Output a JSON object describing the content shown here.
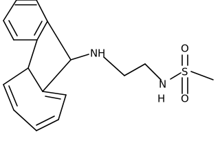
{
  "atoms": {
    "n_amine": "N",
    "n_amine_h": "H",
    "n_sulfonamide": "N",
    "n_sulfonamide_h": "H",
    "sulfur": "S",
    "oxygen_top": "O",
    "oxygen_bottom": "O"
  },
  "colors": {
    "bond": "#000000",
    "text": "#000000",
    "background": "#ffffff"
  }
}
